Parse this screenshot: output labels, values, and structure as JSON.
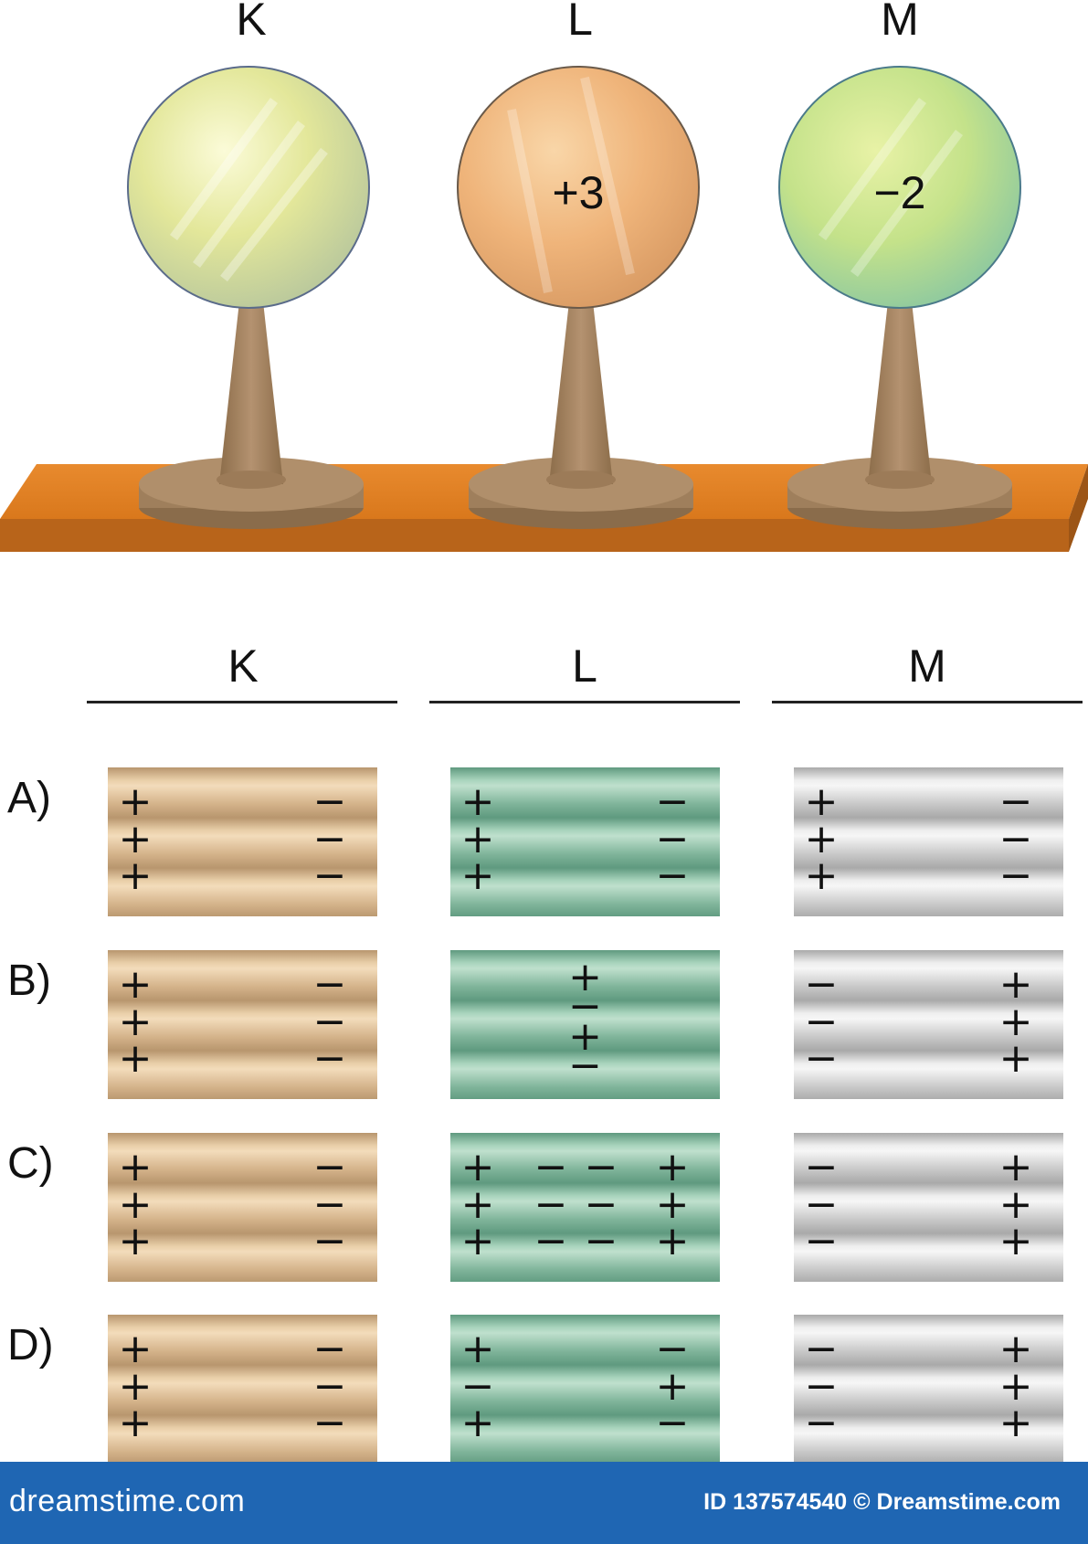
{
  "spheres": [
    {
      "label": "K",
      "charge": "",
      "color": "#e8eb9a"
    },
    {
      "label": "L",
      "charge": "+3",
      "color": "#f0b97a"
    },
    {
      "label": "M",
      "charge": "−2",
      "color": "#c4e38a"
    }
  ],
  "board_color": "#e07f22",
  "stand_color": "#a88660",
  "columns": [
    "K",
    "L",
    "M"
  ],
  "options": [
    {
      "label": "A)",
      "plates": [
        [
          [
            "+",
            "−"
          ],
          [
            "+",
            "−"
          ],
          [
            "+",
            "−"
          ]
        ],
        [
          [
            "+",
            "−"
          ],
          [
            "+",
            "−"
          ],
          [
            "+",
            "−"
          ]
        ],
        [
          [
            "+",
            "−"
          ],
          [
            "+",
            "−"
          ],
          [
            "+",
            "−"
          ]
        ]
      ]
    },
    {
      "label": "B)",
      "plates": [
        [
          [
            "+",
            "−"
          ],
          [
            "+",
            "−"
          ],
          [
            "+",
            "−"
          ]
        ],
        [
          [
            "+"
          ],
          [
            "−"
          ],
          [
            "+"
          ],
          [
            "−"
          ]
        ],
        [
          [
            "−",
            "+"
          ],
          [
            "−",
            "+"
          ],
          [
            "−",
            "+"
          ]
        ]
      ]
    },
    {
      "label": "C)",
      "plates": [
        [
          [
            "+",
            "−"
          ],
          [
            "+",
            "−"
          ],
          [
            "+",
            "−"
          ]
        ],
        [
          [
            "+",
            "−",
            "−",
            "+"
          ],
          [
            "+",
            "−",
            "−",
            "+"
          ],
          [
            "+",
            "−",
            "−",
            "+"
          ]
        ],
        [
          [
            "−",
            "+"
          ],
          [
            "−",
            "+"
          ],
          [
            "−",
            "+"
          ]
        ]
      ]
    },
    {
      "label": "D)",
      "plates": [
        [
          [
            "+",
            "−"
          ],
          [
            "+",
            "−"
          ],
          [
            "+",
            "−"
          ]
        ],
        [
          [
            "+",
            "−"
          ],
          [
            "−",
            "+"
          ],
          [
            "+",
            "−"
          ]
        ],
        [
          [
            "−",
            "+"
          ],
          [
            "−",
            "+"
          ],
          [
            "−",
            "+"
          ]
        ]
      ]
    }
  ],
  "footer": {
    "site": "dreamstime.com",
    "id_text": "ID 137574540 © Dreamstime.com"
  }
}
